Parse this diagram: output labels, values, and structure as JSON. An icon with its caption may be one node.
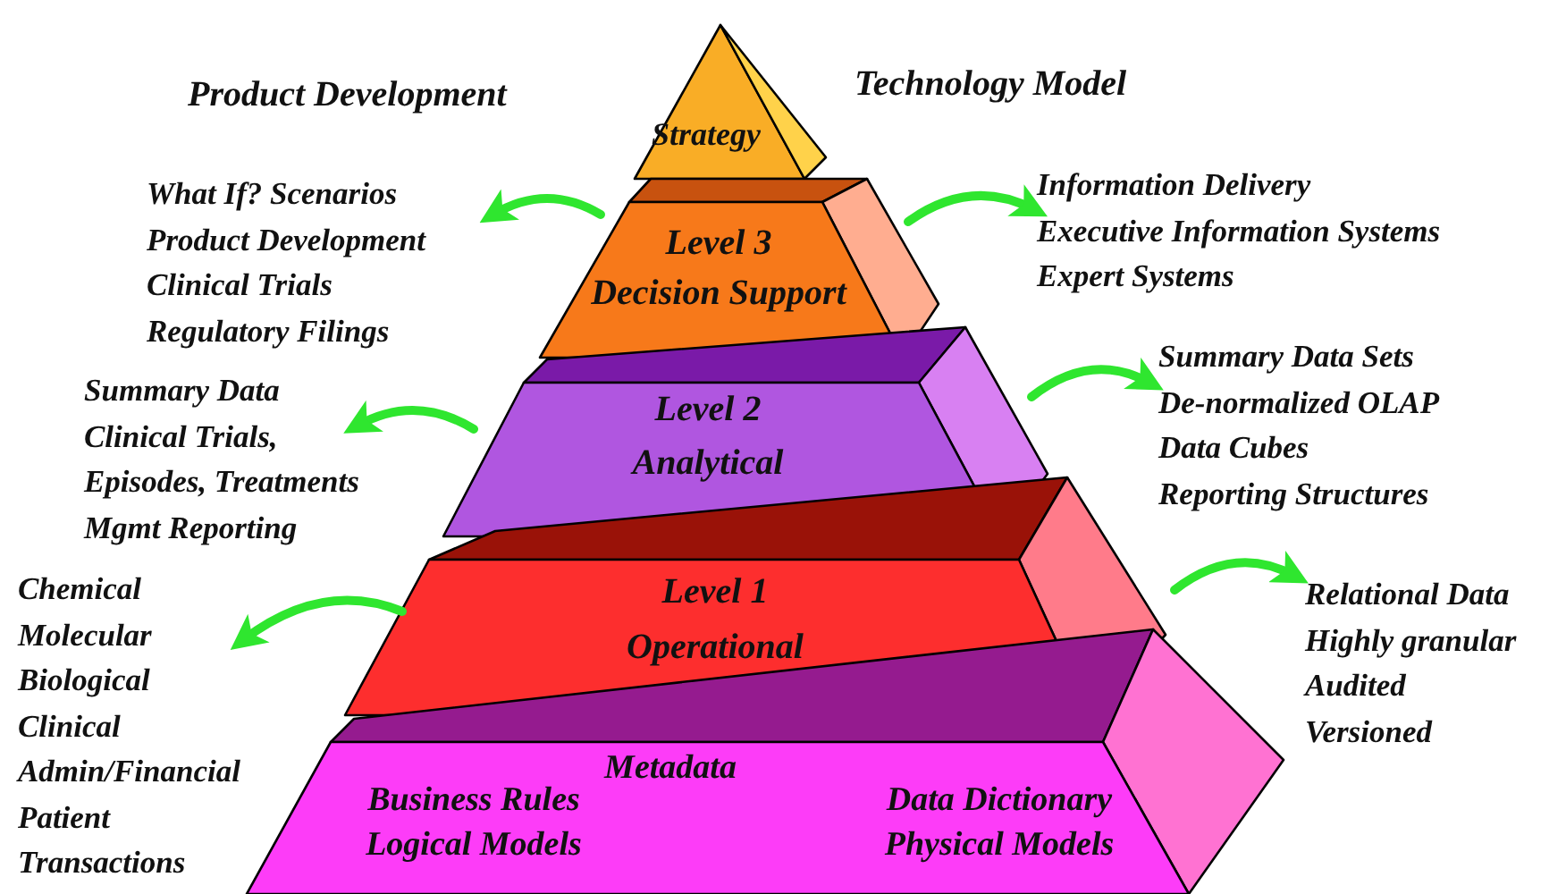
{
  "diagram": {
    "nodes": [
      {
        "text": [
          "Strategy"
        ]
      },
      {
        "text": [
          "Level 3",
          "Decision Support"
        ]
      },
      {
        "text": [
          "Level 2",
          "Analytical"
        ]
      },
      {
        "text": [
          "Level 1",
          "Operational"
        ]
      },
      {
        "text": [
          "Metadata",
          "Business Rules",
          "Logical Models",
          "Data Dictionary",
          "Physical Models"
        ]
      },
      {
        "text": [
          "What If? Scenarios",
          "Product Development",
          "Clinical Trials",
          "Regulatory Filings"
        ]
      },
      {
        "text": [
          "Information Delivery",
          "Executive Information Systems",
          "Expert Systems"
        ]
      },
      {
        "text": [
          "Summary Data",
          "Clinical Trials,",
          "Episodes, Treatments",
          "Mgmt Reporting"
        ]
      },
      {
        "text": [
          "Summary Data Sets",
          "De-normalized OLAP",
          "Data Cubes",
          "Reporting Structures"
        ]
      },
      {
        "text": [
          "Chemical",
          "Molecular",
          "Biological",
          "Clinical",
          "Admin/Financial",
          "Patient",
          "Transactions"
        ]
      },
      {
        "text": [
          "Relational Data",
          "Highly granular",
          "Audited",
          "Versioned"
        ]
      }
    ],
    "edges": [
      {
        "from": 1,
        "to": 5,
        "arrow": "to"
      },
      {
        "from": 1,
        "to": 6,
        "arrow": "to"
      },
      {
        "from": 2,
        "to": 7,
        "arrow": "to"
      },
      {
        "from": 2,
        "to": 8,
        "arrow": "to"
      },
      {
        "from": 3,
        "to": 9,
        "arrow": "to"
      },
      {
        "from": 3,
        "to": 10,
        "arrow": "to"
      }
    ],
    "labels": [
      "Product Development",
      "Technology Model"
    ]
  }
}
